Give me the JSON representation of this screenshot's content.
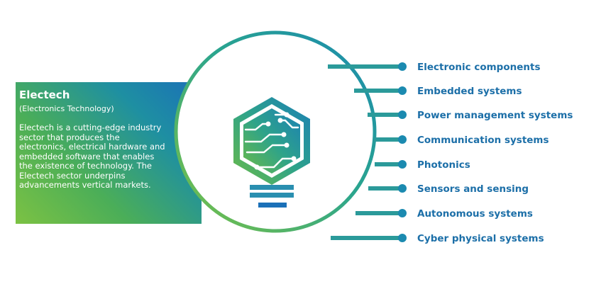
{
  "panel": {
    "title": "Electech",
    "subtitle": "(Electronics Technology)",
    "body": "Electech is a cutting-edge industry sector that produces the electronics, electrical hardware and embedded software that enables the existence of technology. The Electech sector underpins advancements vertical markets."
  },
  "items": [
    {
      "label": "Electronic components"
    },
    {
      "label": "Embedded systems"
    },
    {
      "label": "Power management systems"
    },
    {
      "label": "Communication systems"
    },
    {
      "label": "Photonics"
    },
    {
      "label": "Sensors and sensing"
    },
    {
      "label": "Autonomous systems"
    },
    {
      "label": "Cyber physical systems"
    }
  ],
  "colors": {
    "label": "#1c6fa8",
    "connector": "#2b9a9a",
    "dot": "#1b8ab0",
    "gradient_start": "#7cc243",
    "gradient_end": "#1b70b8"
  },
  "icons": {
    "center": "circuit-lightbulb-icon"
  }
}
